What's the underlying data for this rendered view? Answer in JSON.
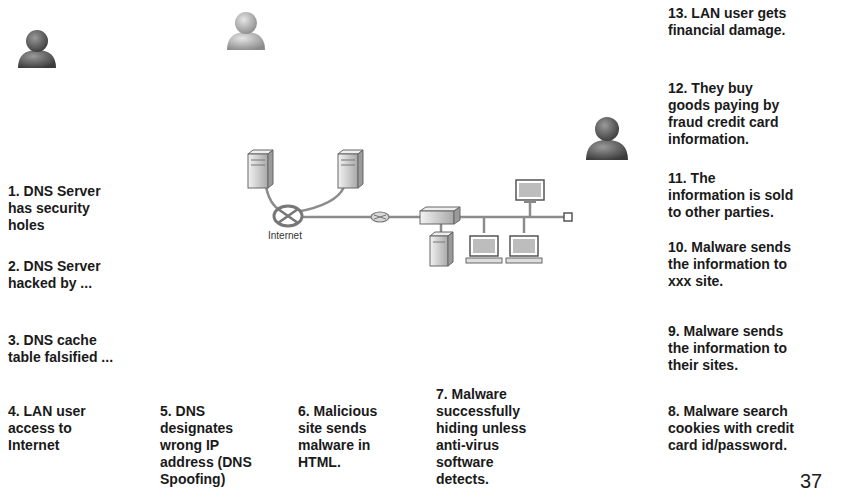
{
  "diagram": {
    "labels": [
      "1. DNS Server has security holes",
      "2. DNS Server hacked by ...",
      "3. DNS cache table falsified ...",
      "4. LAN user access to Internet",
      "5. DNS designates wrong IP address (DNS Spoofing)",
      "6. Malicious site sends malware in HTML.",
      "7. Malware successfully hiding unless anti-virus software detects.",
      "8. Malware search cookies with credit card id/password.",
      "9. Malware sends the information to their sites.",
      "10. Malware sends the information to xxx site.",
      "11. The information is sold to other parties.",
      "12. They buy goods paying by fraud credit card information.",
      "13. LAN user gets financial damage.",
      "Internet",
      "37"
    ]
  }
}
